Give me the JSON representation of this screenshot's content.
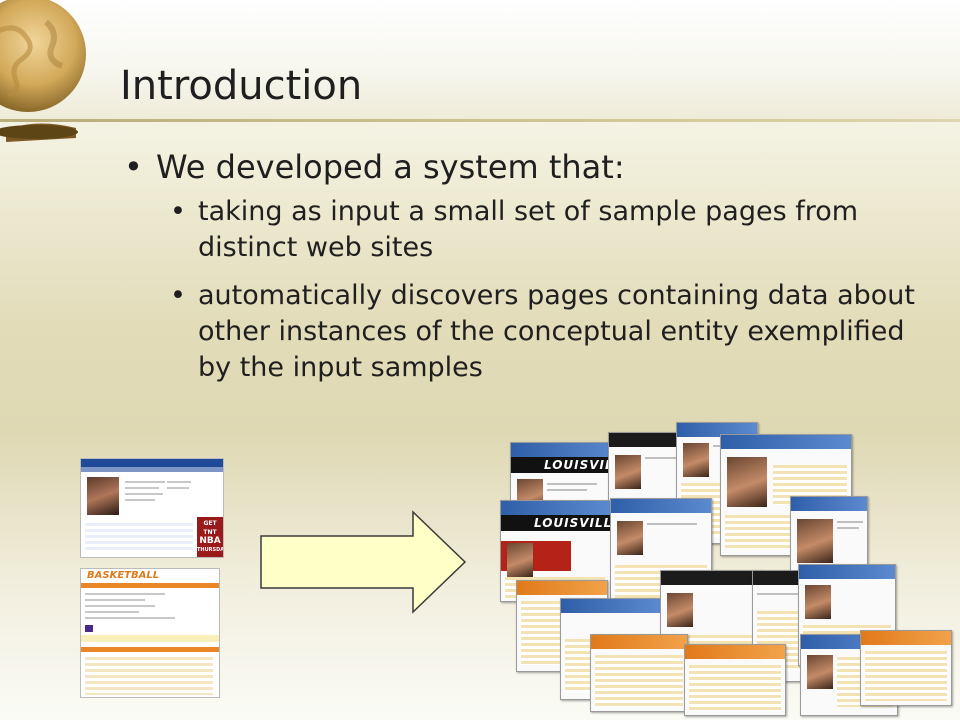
{
  "slide": {
    "title": "Introduction",
    "bullet": "We developed a system that:",
    "subbullets": [
      "taking as input a small set of sample pages from distinct web sites",
      "automatically discovers pages containing data about other instances of the conceptual entity exemplified by the input samples"
    ],
    "bullet_glyph": "•"
  },
  "thumbnails": {
    "nba_ad": [
      "GET TNT",
      "NBA",
      "THURSDAY"
    ],
    "basketball_logo": "BASKETBALL",
    "louisville_banner": "LOUISVILLE"
  },
  "colors": {
    "accent_band": "#b9ad78",
    "arrow_fill": "#ffffc8",
    "ad_red": "#9a1a1a"
  }
}
